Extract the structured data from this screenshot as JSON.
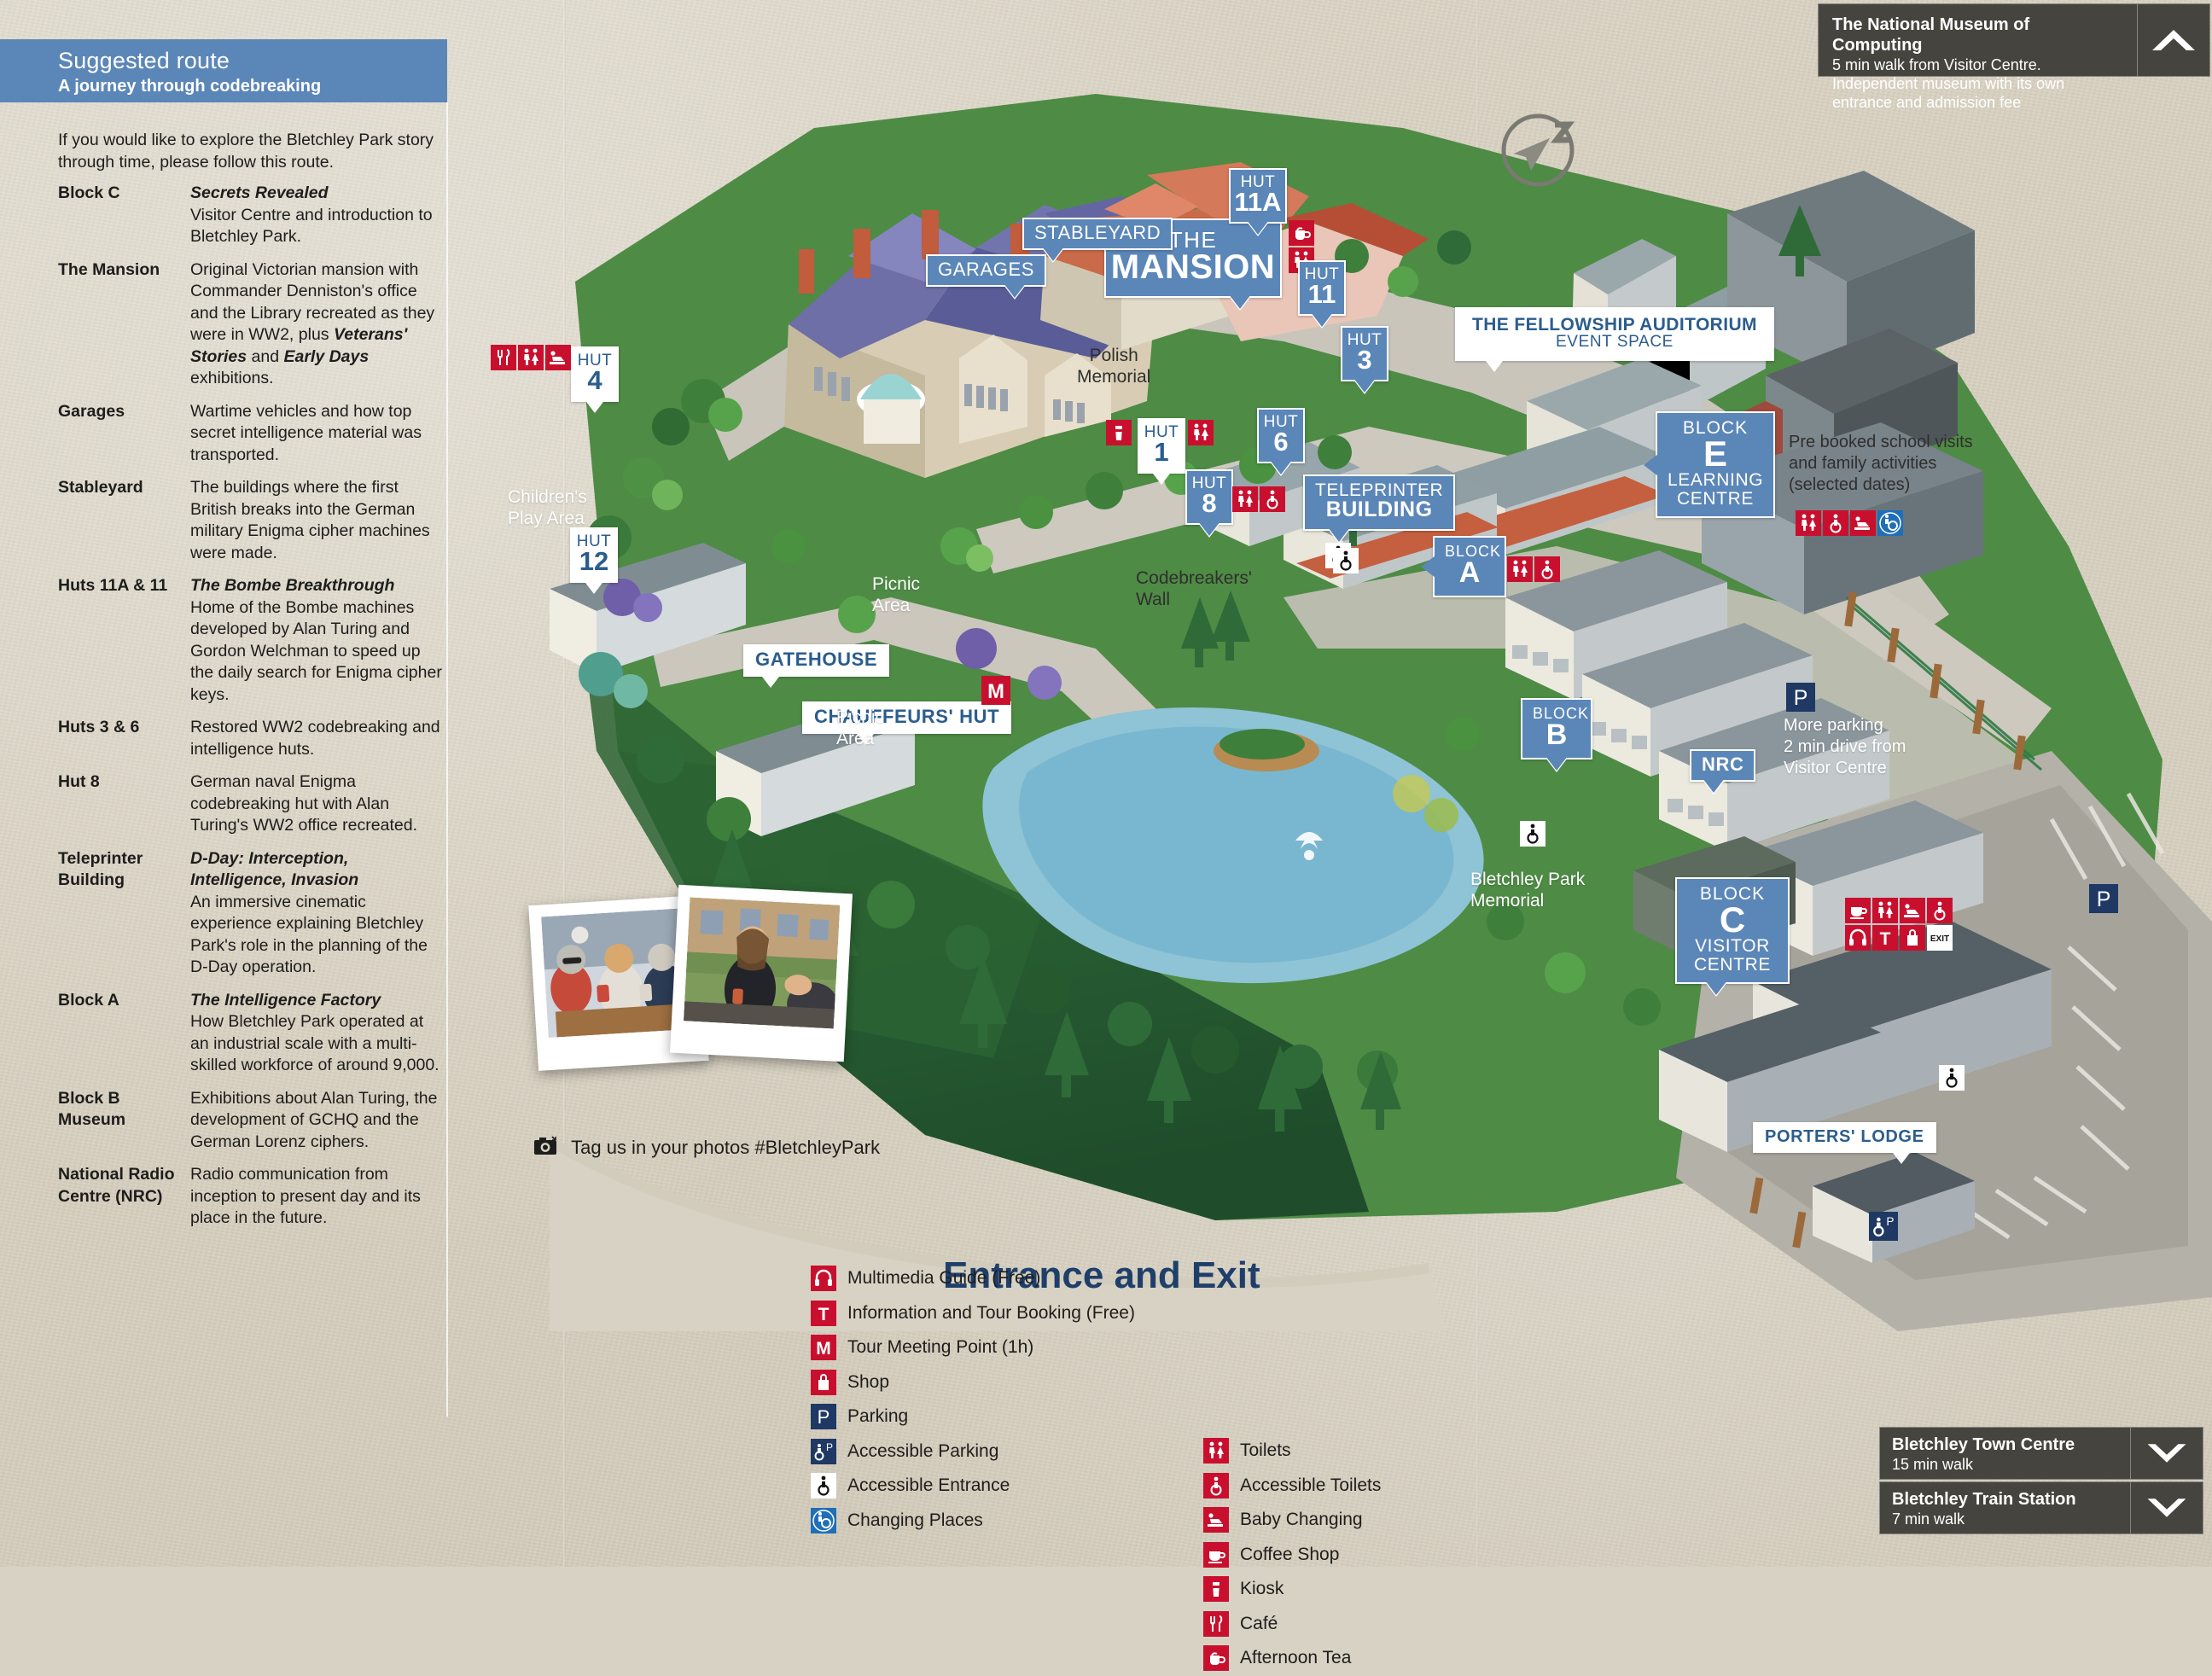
{
  "sidebar": {
    "title": "Suggested route",
    "subtitle": "A journey through codebreaking",
    "intro": "If you would like to explore the Bletchley Park story through time, please follow this route.",
    "items": [
      {
        "term": "Block C",
        "heading": "Secrets Revealed",
        "body": "Visitor Centre and introduction to Bletchley Park."
      },
      {
        "term": "The Mansion",
        "heading": "",
        "body": "Original Victorian mansion with Commander Denniston's office and the Library recreated as they were in WW2, plus |Veterans' Stories| and |Early Days| exhibitions."
      },
      {
        "term": "Garages",
        "heading": "",
        "body": "Wartime vehicles and how top secret intelligence material was transported."
      },
      {
        "term": "Stableyard",
        "heading": "",
        "body": "The buildings where the first British breaks into the German military Enigma cipher machines were made."
      },
      {
        "term": "Huts 11A & 11",
        "heading": "The Bombe Breakthrough",
        "body": "Home of the Bombe machines developed by Alan Turing and Gordon Welchman to speed up the daily search for Enigma cipher keys."
      },
      {
        "term": "Huts 3 & 6",
        "heading": "",
        "body": "Restored WW2 codebreaking and intelligence huts."
      },
      {
        "term": "Hut 8",
        "heading": "",
        "body": "German naval Enigma codebreaking hut with Alan Turing's WW2 office recreated."
      },
      {
        "term": "Teleprinter Building",
        "heading": "D-Day: Interception, Intelligence, Invasion",
        "body": "An immersive cinematic experience explaining Bletchley Park's role in the planning of the D-Day operation."
      },
      {
        "term": "Block A",
        "heading": "The Intelligence Factory",
        "body": "How Bletchley Park operated at an industrial scale with a multi-skilled workforce of around 9,000."
      },
      {
        "term": "Block B Museum",
        "heading": "",
        "body": "Exhibitions about Alan Turing, the development of GCHQ and the German Lorenz ciphers."
      },
      {
        "term": "National Radio Centre (NRC)",
        "heading": "",
        "body": "Radio communication from inception to present day and its place in the future."
      }
    ]
  },
  "panels": {
    "tnmoc": {
      "title": "The National Museum of Computing",
      "body": "5 min walk from Visitor Centre. Independent museum with its own entrance and admission fee",
      "chevron": "chevron-up"
    },
    "town": {
      "title": "Bletchley Town Centre",
      "body": "15 min walk",
      "chevron": "chevron-down"
    },
    "train": {
      "title": "Bletchley Train Station",
      "body": "7 min walk",
      "chevron": "chevron-down"
    }
  },
  "map": {
    "markers": {
      "mansion_l1": "THE",
      "mansion_l2": "MANSION",
      "garages": "GARAGES",
      "stableyard": "STABLEYARD",
      "gatehouse": "GATEHOUSE",
      "chauffeurs": "CHAUFFEURS' HUT",
      "porters": "PORTERS' LODGE",
      "teleprinter_l1": "TELEPRINTER",
      "teleprinter_l2": "BUILDING",
      "fellowship_l1": "THE FELLOWSHIP AUDITORIUM",
      "fellowship_l2": "EVENT SPACE",
      "nrc": "NRC",
      "hut_word": "HUT",
      "block_word": "BLOCK"
    },
    "huts": [
      {
        "id": "hut-4",
        "num": "4"
      },
      {
        "id": "hut-12",
        "num": "12"
      },
      {
        "id": "hut-11a",
        "num": "11A"
      },
      {
        "id": "hut-11",
        "num": "11"
      },
      {
        "id": "hut-3",
        "num": "3"
      },
      {
        "id": "hut-1",
        "num": "1"
      },
      {
        "id": "hut-6",
        "num": "6"
      },
      {
        "id": "hut-8",
        "num": "8"
      }
    ],
    "blocks": [
      {
        "id": "block-e",
        "letter": "E",
        "sub1": "LEARNING",
        "sub2": "CENTRE"
      },
      {
        "id": "block-a",
        "letter": "A",
        "sub1": "",
        "sub2": ""
      },
      {
        "id": "block-b",
        "letter": "B",
        "sub1": "",
        "sub2": ""
      },
      {
        "id": "block-c",
        "letter": "C",
        "sub1": "VISITOR",
        "sub2": "CENTRE"
      }
    ],
    "labels": {
      "polish_memorial": "Polish\nMemorial",
      "childrens_play": "Children's\nPlay Area",
      "picnic_1": "Picnic\nArea",
      "picnic_2": "Picnic\nArea",
      "codebreakers_wall": "Codebreakers'\nWall",
      "bp_memorial": "Bletchley Park\nMemorial",
      "school_visits": "Pre booked school visits and family activities (selected dates)",
      "more_parking": "More parking\n2 min drive from\nVisitor Centre",
      "entrance_exit": "Entrance and Exit",
      "tagline": "Tag us in your photos #BletchleyPark"
    },
    "compass": "north-compass"
  },
  "legend": {
    "left": [
      {
        "icon": "multimedia-guide-icon",
        "label": "Multimedia Guide (Free)",
        "color": "#c8102e",
        "glyph": "headphones"
      },
      {
        "icon": "information-icon",
        "label": "Information and Tour Booking (Free)",
        "color": "#c8102e",
        "glyph": "T"
      },
      {
        "icon": "tour-meeting-icon",
        "label": "Tour Meeting Point (1h)",
        "color": "#c8102e",
        "glyph": "M"
      },
      {
        "icon": "shop-icon",
        "label": "Shop",
        "color": "#c8102e",
        "glyph": "bag"
      },
      {
        "icon": "parking-icon",
        "label": "Parking",
        "color": "#1f3864",
        "glyph": "P"
      },
      {
        "icon": "accessible-parking-icon",
        "label": "Accessible Parking",
        "color": "#1f3864",
        "glyph": "wheelchair-p"
      },
      {
        "icon": "accessible-entrance-icon",
        "label": "Accessible Entrance",
        "color": "#ffffff",
        "glyph": "wheelchair-black"
      },
      {
        "icon": "changing-places-icon",
        "label": "Changing Places",
        "color": "#1f6fb8",
        "glyph": "changing-places"
      }
    ],
    "right": [
      {
        "icon": "toilets-icon",
        "label": "Toilets",
        "color": "#c8102e",
        "glyph": "toilets"
      },
      {
        "icon": "accessible-toilets-icon",
        "label": "Accessible Toilets",
        "color": "#c8102e",
        "glyph": "acc-toilet"
      },
      {
        "icon": "baby-changing-icon",
        "label": "Baby Changing",
        "color": "#c8102e",
        "glyph": "baby"
      },
      {
        "icon": "coffee-shop-icon",
        "label": "Coffee Shop",
        "color": "#c8102e",
        "glyph": "cup"
      },
      {
        "icon": "kiosk-icon",
        "label": "Kiosk",
        "color": "#c8102e",
        "glyph": "kiosk"
      },
      {
        "icon": "cafe-icon",
        "label": "Café",
        "color": "#c8102e",
        "glyph": "cutlery"
      },
      {
        "icon": "afternoon-tea-icon",
        "label": "Afternoon Tea",
        "color": "#c8102e",
        "glyph": "teapot"
      }
    ]
  },
  "colors": {
    "accent_blue": "#5b86b8",
    "icon_red": "#c8102e",
    "icon_navy": "#1f3864",
    "panel_dark": "#45443f",
    "paper": "#d8d2c4",
    "exit_white": "#ffffff"
  }
}
